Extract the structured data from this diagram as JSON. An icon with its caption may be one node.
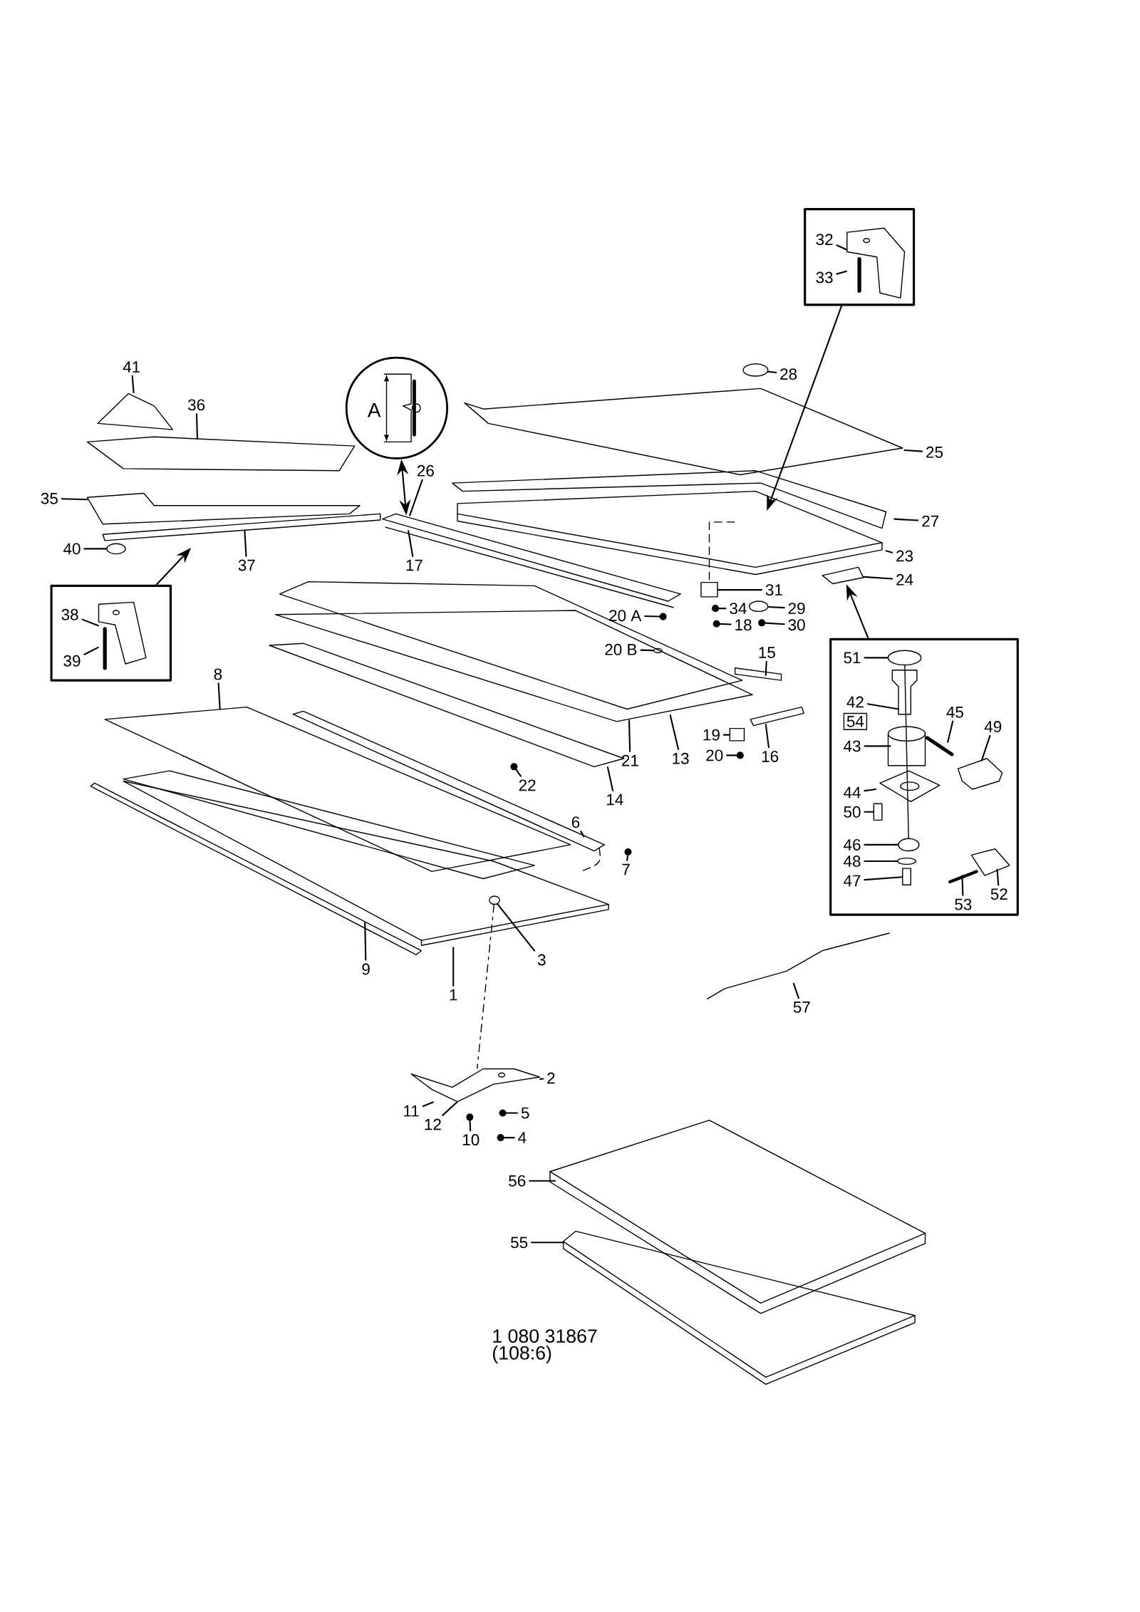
{
  "diagram": {
    "nodes": [
      {
        "text": [],
        "shape": "box"
      },
      {
        "text": [
          "32"
        ],
        "in": 0
      },
      {
        "text": [
          "33"
        ],
        "in": 0
      },
      {
        "text": [
          "A"
        ]
      },
      {
        "text": [
          "41"
        ]
      },
      {
        "text": [
          "36"
        ]
      },
      {
        "text": [
          "28"
        ]
      },
      {
        "text": [
          "25"
        ]
      },
      {
        "text": [
          "35"
        ]
      },
      {
        "text": [
          "26"
        ]
      },
      {
        "text": [
          "27"
        ]
      },
      {
        "text": [
          "40"
        ]
      },
      {
        "text": [
          "37"
        ]
      },
      {
        "text": [
          "17"
        ]
      },
      {
        "text": [
          "23"
        ]
      },
      {
        "text": [
          "31"
        ]
      },
      {
        "text": [
          "24"
        ]
      },
      {
        "text": [
          "29"
        ]
      },
      {
        "text": [
          "20 A"
        ]
      },
      {
        "text": [
          "34"
        ]
      },
      {
        "text": [
          "18"
        ]
      },
      {
        "text": [
          "30"
        ]
      },
      {
        "text": [],
        "shape": "box"
      },
      {
        "text": [
          "38"
        ],
        "in": 22
      },
      {
        "text": [
          "39"
        ],
        "in": 22
      },
      {
        "text": [
          "20 B"
        ]
      },
      {
        "text": [
          "15"
        ]
      },
      {
        "text": [],
        "shape": "box"
      },
      {
        "text": [
          "51"
        ],
        "in": 27
      },
      {
        "text": [
          "42"
        ],
        "in": 27
      },
      {
        "text": [
          "54"
        ],
        "in": 27
      },
      {
        "text": [
          "45"
        ],
        "in": 27
      },
      {
        "text": [
          "43"
        ],
        "in": 27
      },
      {
        "text": [
          "49"
        ],
        "in": 27
      },
      {
        "text": [
          "44"
        ],
        "in": 27
      },
      {
        "text": [
          "50"
        ],
        "in": 27
      },
      {
        "text": [
          "46"
        ],
        "in": 27
      },
      {
        "text": [
          "48"
        ],
        "in": 27
      },
      {
        "text": [
          "47"
        ],
        "in": 27
      },
      {
        "text": [
          "53"
        ],
        "in": 27
      },
      {
        "text": [
          "52"
        ],
        "in": 27
      },
      {
        "text": [
          "8"
        ]
      },
      {
        "text": [
          "19"
        ]
      },
      {
        "text": [
          "13"
        ]
      },
      {
        "text": [
          "20"
        ]
      },
      {
        "text": [
          "16"
        ]
      },
      {
        "text": [
          "22"
        ]
      },
      {
        "text": [
          "21"
        ]
      },
      {
        "text": [
          "14"
        ]
      },
      {
        "text": [
          "6"
        ]
      },
      {
        "text": [
          "7"
        ]
      },
      {
        "text": [
          "3"
        ]
      },
      {
        "text": [
          "9"
        ]
      },
      {
        "text": [
          "1"
        ]
      },
      {
        "text": [
          "57"
        ]
      },
      {
        "text": [
          "2"
        ]
      },
      {
        "text": [
          "11"
        ]
      },
      {
        "text": [
          "5"
        ]
      },
      {
        "text": [
          "12"
        ]
      },
      {
        "text": [
          "10"
        ]
      },
      {
        "text": [
          "4"
        ]
      },
      {
        "text": [
          "56"
        ]
      },
      {
        "text": [
          "55"
        ]
      },
      {
        "text": [],
        "shape": "circle"
      },
      {
        "text": [],
        "shape": "circle"
      },
      {
        "text": [],
        "shape": "cylinder"
      },
      {
        "text": [],
        "shape": "circle"
      },
      {
        "text": [],
        "shape": "circle"
      },
      {
        "text": [],
        "shape": "circle"
      },
      {
        "text": [],
        "shape": "circle"
      },
      {
        "text": [],
        "shape": "circle"
      },
      {
        "text": [],
        "shape": "circle"
      },
      {
        "text": [],
        "shape": "picture",
        "in": 0
      },
      {
        "text": [],
        "shape": "picture",
        "in": 22
      },
      {
        "text": [],
        "shape": "circle",
        "in": 27
      },
      {
        "text": [],
        "shape": "box",
        "in": 27
      },
      {
        "text": [],
        "shape": "circle",
        "in": 27
      },
      {
        "text": [],
        "shape": "circle",
        "in": 27
      },
      {
        "text": [],
        "shape": "box",
        "in": 27
      },
      {
        "text": [],
        "shape": "cylinder"
      },
      {
        "text": [],
        "shape": "circle"
      },
      {
        "text": [],
        "shape": "circle"
      },
      {
        "text": [],
        "shape": "circle"
      },
      {
        "text": [],
        "shape": "circle"
      },
      {
        "text": [],
        "shape": "picture"
      },
      {
        "text": [],
        "shape": "circle"
      },
      {
        "text": [],
        "shape": "circle"
      },
      {
        "text": [],
        "shape": "circle"
      },
      {
        "text": [],
        "shape": "bar"
      },
      {
        "text": [],
        "shape": "picture"
      },
      {
        "text": [],
        "shape": "bar"
      }
    ],
    "edges": [
      {
        "from": 0,
        "to": null,
        "arrow": "to"
      },
      {
        "from": 1,
        "to": 72,
        "arrow": "none"
      },
      {
        "from": 2,
        "to": 72,
        "arrow": "none"
      },
      {
        "from": 3,
        "to": 88,
        "arrow": "both"
      },
      {
        "from": 4,
        "to": null,
        "arrow": "none"
      },
      {
        "from": 5,
        "to": null,
        "arrow": "none"
      },
      {
        "from": 6,
        "to": 63,
        "arrow": "none"
      },
      {
        "from": 7,
        "to": null,
        "arrow": "none"
      },
      {
        "from": 8,
        "to": null,
        "arrow": "none"
      },
      {
        "from": 9,
        "to": 88,
        "arrow": "none"
      },
      {
        "from": 10,
        "to": null,
        "arrow": "none"
      },
      {
        "from": 11,
        "to": 64,
        "arrow": "none"
      },
      {
        "from": 12,
        "to": null,
        "arrow": "none"
      },
      {
        "from": 13,
        "to": 88,
        "arrow": "none"
      },
      {
        "from": 14,
        "to": null,
        "arrow": "none"
      },
      {
        "from": 15,
        "to": 65,
        "arrow": "none"
      },
      {
        "from": 16,
        "to": 89,
        "arrow": "none"
      },
      {
        "from": 17,
        "to": 66,
        "arrow": "none"
      },
      {
        "from": 18,
        "to": 67,
        "arrow": "none"
      },
      {
        "from": 19,
        "to": 68,
        "arrow": "none"
      },
      {
        "from": 20,
        "to": 69,
        "arrow": "none"
      },
      {
        "from": 21,
        "to": 70,
        "arrow": "none"
      },
      {
        "from": 22,
        "to": null,
        "arrow": "to"
      },
      {
        "from": 23,
        "to": 73,
        "arrow": "none"
      },
      {
        "from": 24,
        "to": 73,
        "arrow": "none"
      },
      {
        "from": 25,
        "to": 71,
        "arrow": "none"
      },
      {
        "from": 26,
        "to": null,
        "arrow": "none"
      },
      {
        "from": 27,
        "to": 89,
        "arrow": "to"
      },
      {
        "from": 28,
        "to": 74,
        "arrow": "none"
      },
      {
        "from": 29,
        "to": null,
        "arrow": "none"
      },
      {
        "from": 31,
        "to": null,
        "arrow": "none"
      },
      {
        "from": 32,
        "to": null,
        "arrow": "none"
      },
      {
        "from": 33,
        "to": null,
        "arrow": "none"
      },
      {
        "from": 34,
        "to": null,
        "arrow": "none"
      },
      {
        "from": 35,
        "to": 75,
        "arrow": "none"
      },
      {
        "from": 36,
        "to": 76,
        "arrow": "none"
      },
      {
        "from": 37,
        "to": 77,
        "arrow": "none"
      },
      {
        "from": 38,
        "to": 78,
        "arrow": "none"
      },
      {
        "from": 39,
        "to": null,
        "arrow": "none"
      },
      {
        "from": 40,
        "to": null,
        "arrow": "none"
      },
      {
        "from": 41,
        "to": null,
        "arrow": "none"
      },
      {
        "from": 42,
        "to": 79,
        "arrow": "none"
      },
      {
        "from": 43,
        "to": null,
        "arrow": "none"
      },
      {
        "from": 44,
        "to": 80,
        "arrow": "none"
      },
      {
        "from": 45,
        "to": null,
        "arrow": "none"
      },
      {
        "from": 46,
        "to": 81,
        "arrow": "none"
      },
      {
        "from": 47,
        "to": null,
        "arrow": "none"
      },
      {
        "from": 48,
        "to": 90,
        "arrow": "none"
      },
      {
        "from": 49,
        "to": null,
        "arrow": "none"
      },
      {
        "from": 50,
        "to": 82,
        "arrow": "none"
      },
      {
        "from": 51,
        "to": 83,
        "arrow": "none"
      },
      {
        "from": 52,
        "to": null,
        "arrow": "none"
      },
      {
        "from": 53,
        "to": null,
        "arrow": "none"
      },
      {
        "from": 54,
        "to": null,
        "arrow": "none"
      },
      {
        "from": 55,
        "to": 84,
        "arrow": "none"
      },
      {
        "from": 56,
        "to": 84,
        "arrow": "none"
      },
      {
        "from": 57,
        "to": 85,
        "arrow": "none"
      },
      {
        "from": 58,
        "to": 84,
        "arrow": "none"
      },
      {
        "from": 59,
        "to": 86,
        "arrow": "none"
      },
      {
        "from": 60,
        "to": 87,
        "arrow": "none"
      },
      {
        "from": 61,
        "to": null,
        "arrow": "none"
      },
      {
        "from": 62,
        "to": null,
        "arrow": "none"
      },
      {
        "from": 74,
        "to": 76,
        "arrow": "none"
      },
      {
        "from": 83,
        "to": 84,
        "arrow": "none",
        "style": "dashed"
      }
    ],
    "labels": [
      "1 080 31867",
      "(108:6)"
    ]
  }
}
